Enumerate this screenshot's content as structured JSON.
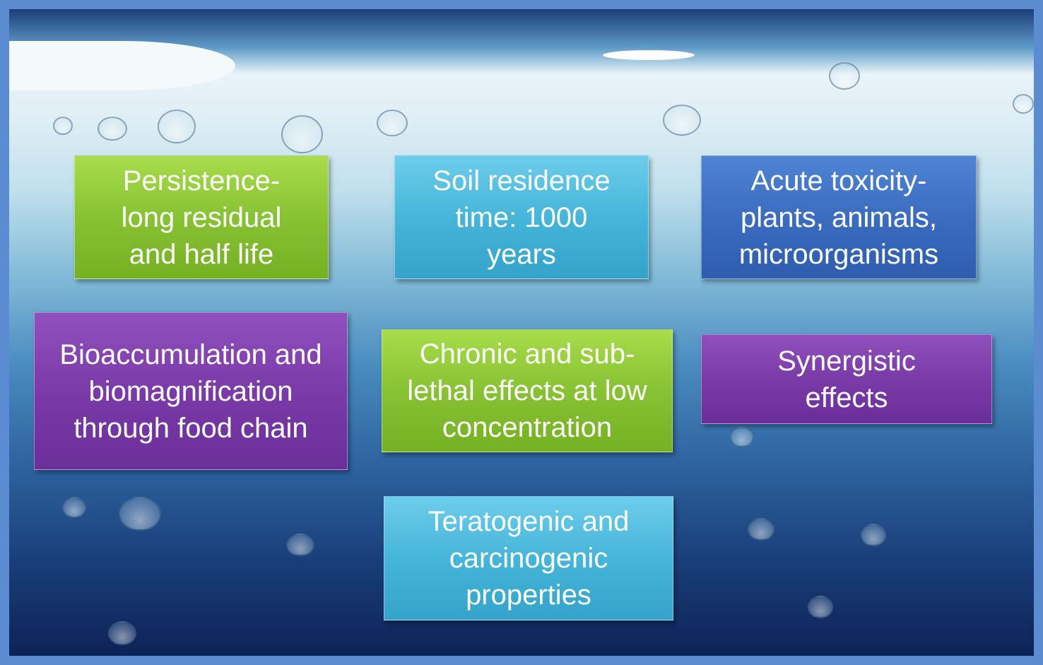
{
  "boxes": [
    {
      "text": "Persistence- long residual and half life",
      "color": "#86c232"
    },
    {
      "text": "Soil residence time: 1000 years",
      "color": "#45b5d9"
    },
    {
      "text": "Acute toxicity- plants, animals, microorganisms",
      "color": "#3a6cc0"
    },
    {
      "text": "Bioaccumulation and biomagnification through food chain",
      "color": "#7a3aa8"
    },
    {
      "text": "Chronic and sub- lethal effects at low concentration",
      "color": "#86c232"
    },
    {
      "text": "Synergistic effects",
      "color": "#7a3aa8"
    },
    {
      "text": "Teratogenic and carcinogenic properties",
      "color": "#45b5d9"
    }
  ]
}
